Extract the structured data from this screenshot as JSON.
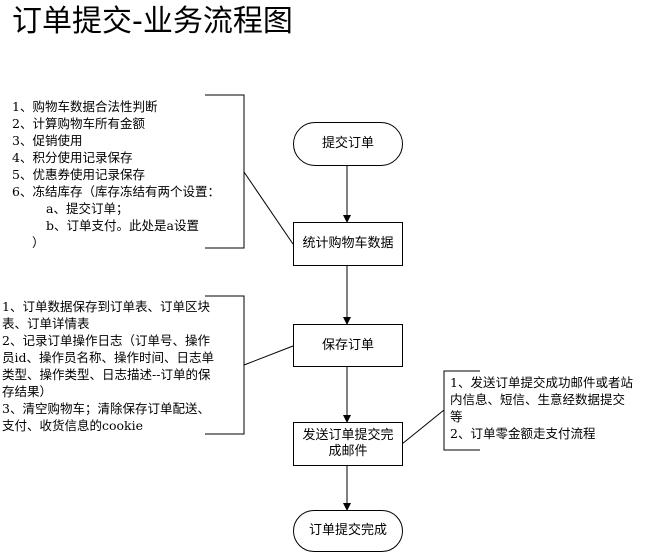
{
  "title": "订单提交-业务流程图",
  "flow": {
    "start": "提交订单",
    "step1": "统计购物车数据",
    "step2": "保存订单",
    "step3_line1": "发送订单提交完",
    "step3_line2": "成邮件",
    "end": "订单提交完成"
  },
  "notes": {
    "stats": [
      "1、购物车数据合法性判断",
      "2、计算购物车所有金额",
      "3、促销使用",
      "4、积分使用记录保存",
      "5、优惠券使用记录保存",
      "6、冻结库存（库存冻结有两个设置：",
      "a、提交订单；",
      "b、订单支付。此处是a设置",
      "）"
    ],
    "save": [
      "1、订单数据保存到订单表、订单区块",
      "表、订单详情表",
      "2、记录订单操作日志（订单号、操作",
      "员id、操作员名称、操作时间、日志单",
      "类型、操作类型、日志描述--订单的保",
      "存结果）",
      "3、清空购物车；清除保存订单配送、",
      "支付、收货信息的cookie"
    ],
    "mail": [
      "1、发送订单提交成功邮件或者站",
      "内信息、短信、生意经数据提交",
      "等",
      "2、订单零金额走支付流程"
    ]
  }
}
